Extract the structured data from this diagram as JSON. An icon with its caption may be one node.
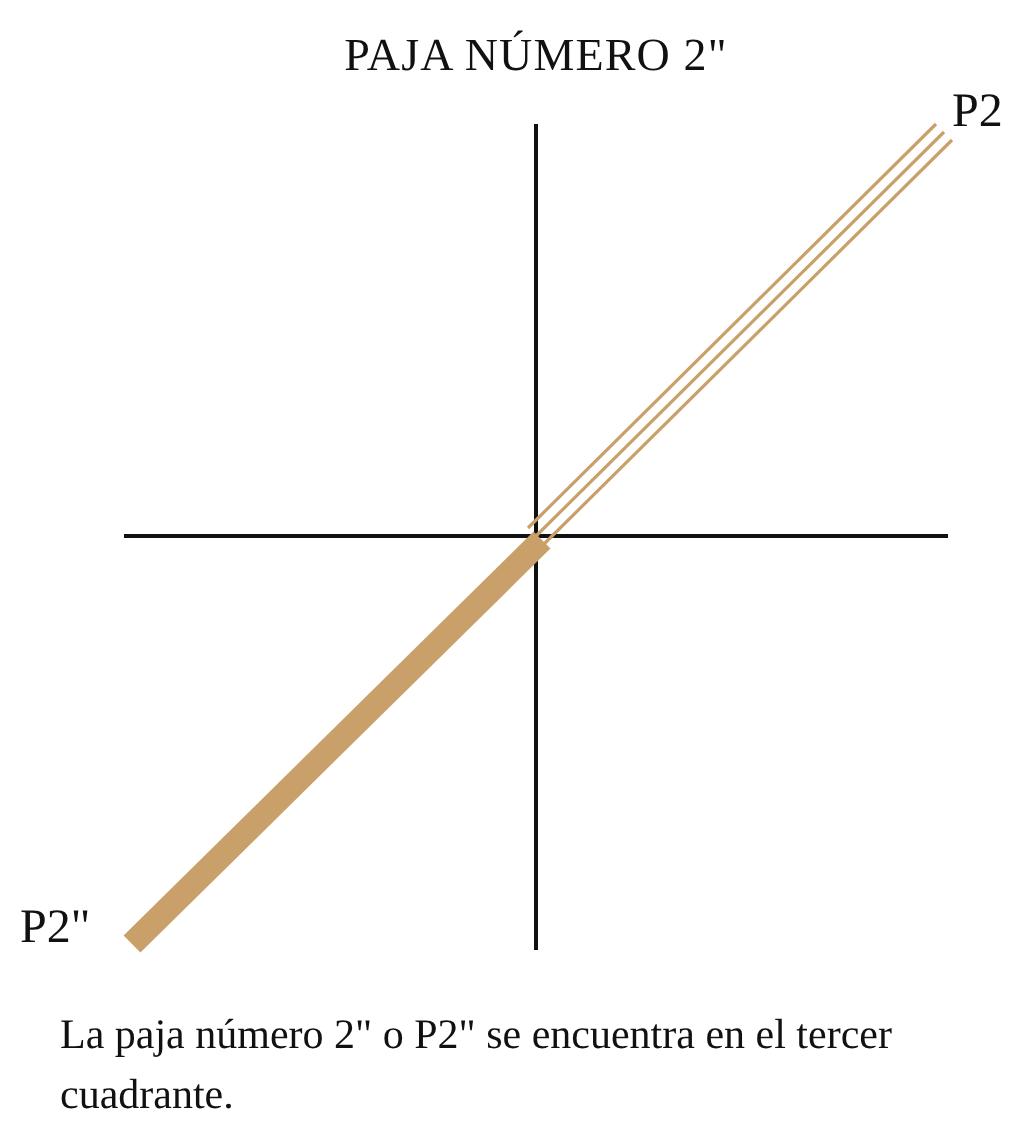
{
  "diagram": {
    "title": "PAJA NÚMERO 2\"",
    "labels": [
      "P2",
      "P2\""
    ],
    "caption": "La paja número 2\" o P2\" se encuentra en el tercer cuadrante."
  }
}
